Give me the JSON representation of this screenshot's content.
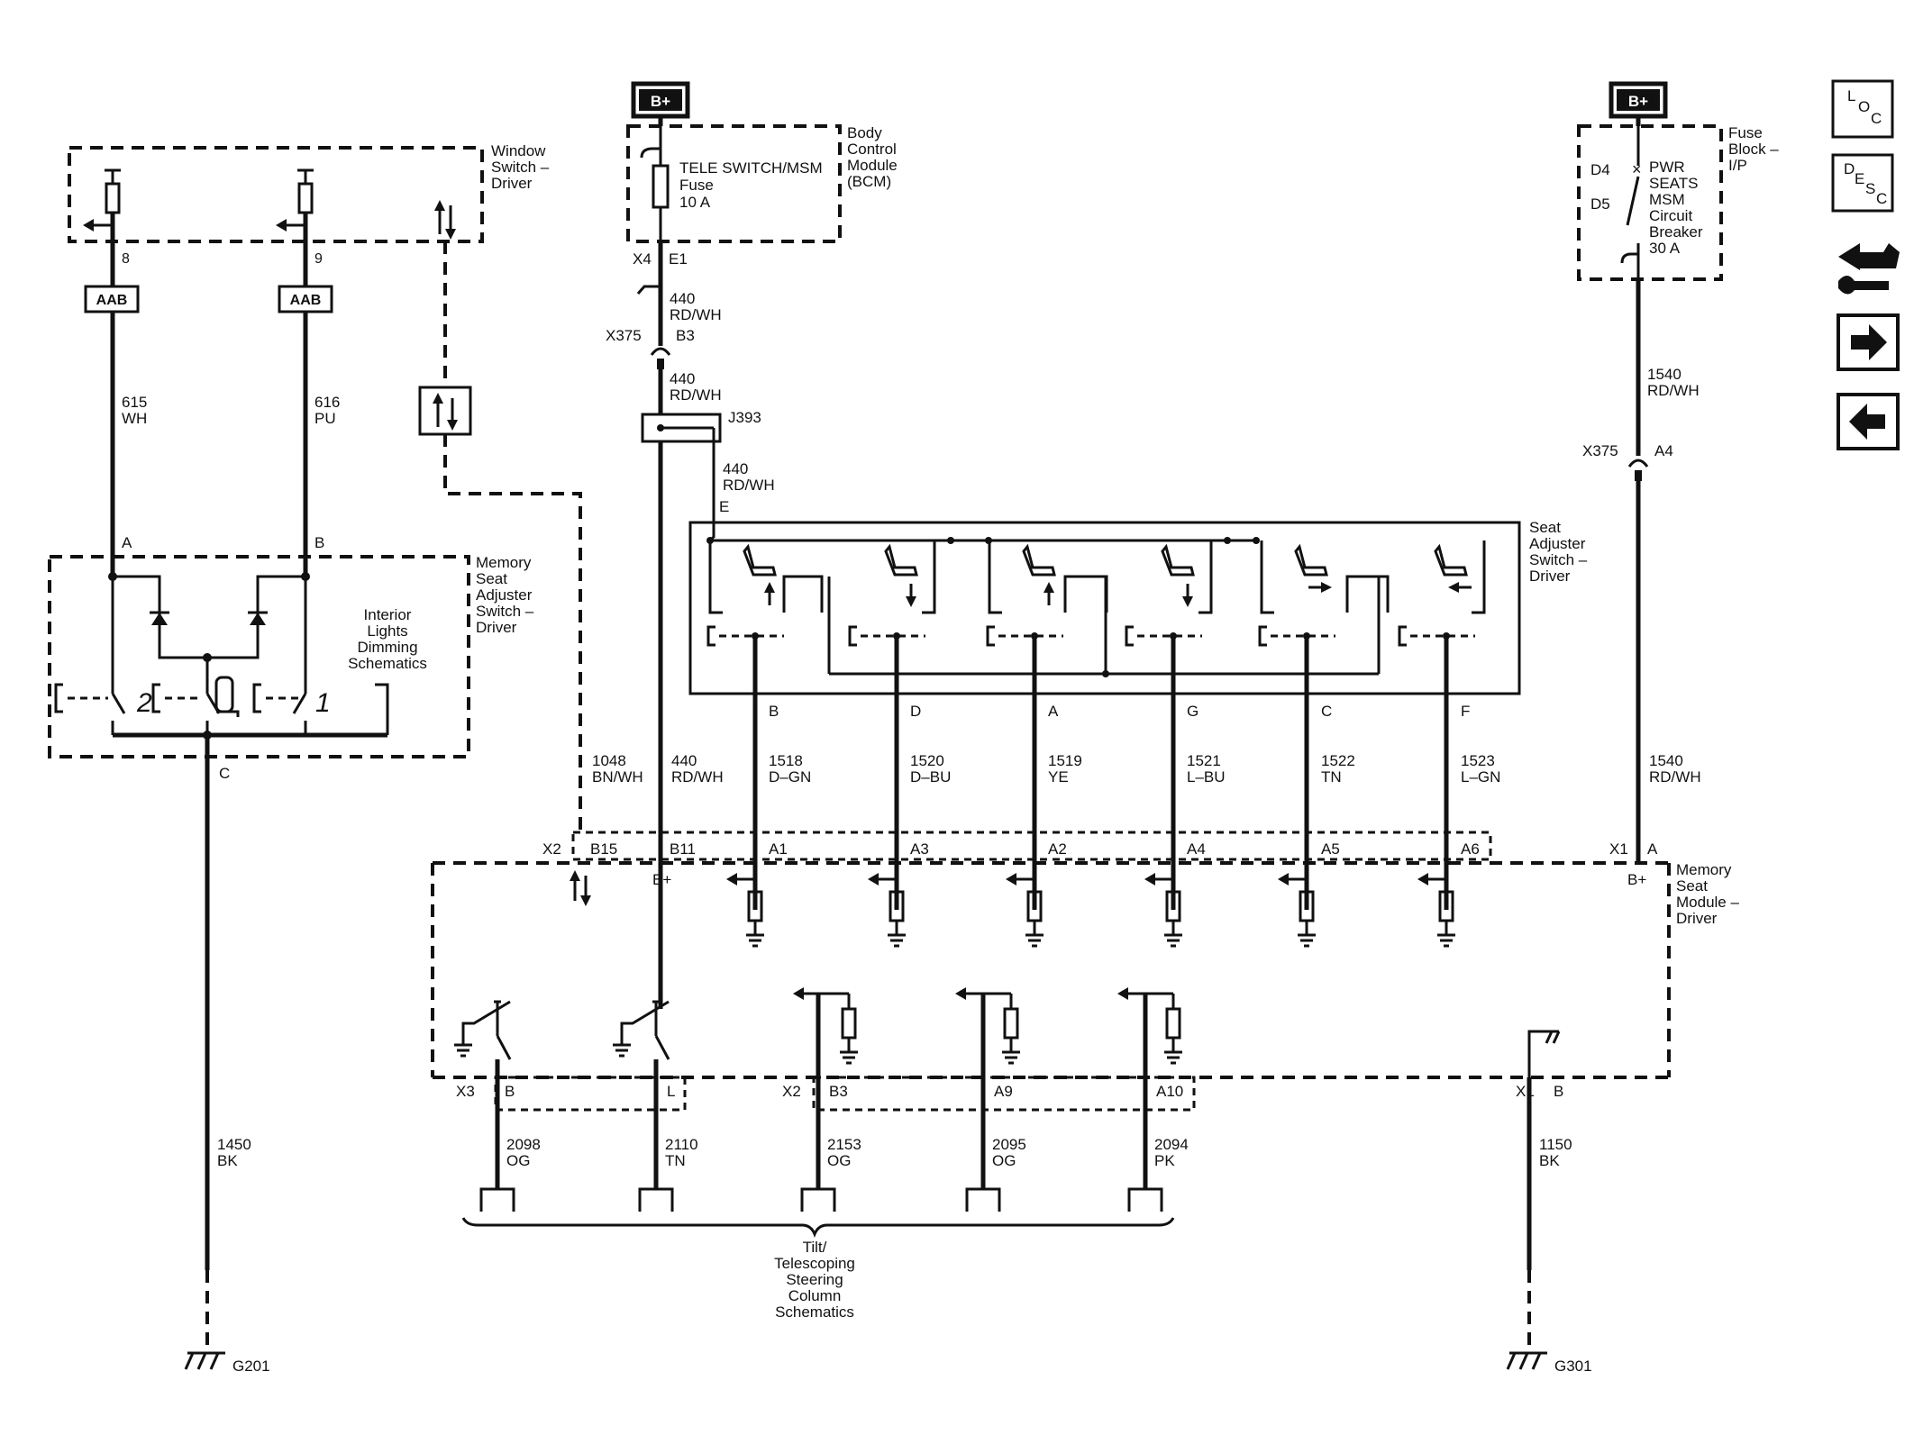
{
  "power": {
    "bplus": "B+"
  },
  "window_switch": {
    "title": [
      "Window",
      "Switch –",
      "Driver"
    ],
    "pins": [
      "8",
      "9"
    ],
    "aab": "AAB",
    "wires": [
      [
        "615",
        "WH"
      ],
      [
        "616",
        "PU"
      ]
    ]
  },
  "bcm": {
    "title": [
      "Body",
      "Control",
      "Module",
      "(BCM)"
    ],
    "fuse": [
      "TELE SWITCH/MSM",
      "Fuse",
      "10 A"
    ],
    "conn": "X4",
    "pin": "E1"
  },
  "splice": {
    "wire_a": [
      "440",
      "RD/WH"
    ],
    "conn": "X375",
    "pin": "B3",
    "wire_b": [
      "440",
      "RD/WH"
    ],
    "name": "J393",
    "wire_c": [
      "440",
      "RD/WH"
    ],
    "wire_c_pin": "E"
  },
  "fuse_block": {
    "title": [
      "Fuse",
      "Block –",
      "I/P"
    ],
    "d4": "D4",
    "d5": "D5",
    "breaker": [
      "PWR",
      "SEATS",
      "MSM",
      "Circuit",
      "Breaker",
      "30 A"
    ],
    "wire": [
      "1540",
      "RD/WH"
    ],
    "conn": "X375",
    "pin": "A4",
    "wire2": [
      "1540",
      "RD/WH"
    ]
  },
  "memory_switch": {
    "title": [
      "Memory",
      "Seat",
      "Adjuster",
      "Switch –",
      "Driver"
    ],
    "pin_a": "A",
    "pin_b": "B",
    "pin_c": "C",
    "interior": [
      "Interior",
      "Lights",
      "Dimming",
      "Schematics"
    ],
    "button_2": "2",
    "button_1": "1"
  },
  "seat_switch": {
    "title": [
      "Seat",
      "Adjuster",
      "Switch –",
      "Driver"
    ],
    "pins": [
      "B",
      "D",
      "A",
      "G",
      "C",
      "F"
    ]
  },
  "wires_mid": [
    [
      "1048",
      "BN/WH"
    ],
    [
      "440",
      "RD/WH"
    ],
    [
      "1518",
      "D–GN"
    ],
    [
      "1520",
      "D–BU"
    ],
    [
      "1519",
      "YE"
    ],
    [
      "1521",
      "L–BU"
    ],
    [
      "1522",
      "TN"
    ],
    [
      "1523",
      "L–GN"
    ],
    [
      "1540",
      "RD/WH"
    ]
  ],
  "module": {
    "title": [
      "Memory",
      "Seat",
      "Module –",
      "Driver"
    ],
    "x2": "X2",
    "b15": "B15",
    "b11": "B11",
    "a_pins": [
      "A1",
      "A3",
      "A2",
      "A4",
      "A5",
      "A6"
    ],
    "x1": "X1",
    "a": "A",
    "bplus_left": "B+",
    "bplus_right": "B+",
    "x3": "X3",
    "b_low": "B",
    "l_low": "L",
    "x2b": "X2",
    "b3": "B3",
    "a9": "A9",
    "a10": "A10",
    "x1b": "X1",
    "b_gnd": "B"
  },
  "wires_low": [
    [
      "1450",
      "BK"
    ],
    [
      "2098",
      "OG"
    ],
    [
      "2110",
      "TN"
    ],
    [
      "2153",
      "OG"
    ],
    [
      "2095",
      "OG"
    ],
    [
      "2094",
      "PK"
    ],
    [
      "1150",
      "BK"
    ]
  ],
  "steering": [
    "Tilt/",
    "Telescoping",
    "Steering",
    "Column",
    "Schematics"
  ],
  "grounds": [
    "G201",
    "G301"
  ],
  "nav": {
    "loc": [
      "L",
      "O",
      "C"
    ],
    "desc": [
      "D",
      "E",
      "S",
      "C"
    ]
  }
}
